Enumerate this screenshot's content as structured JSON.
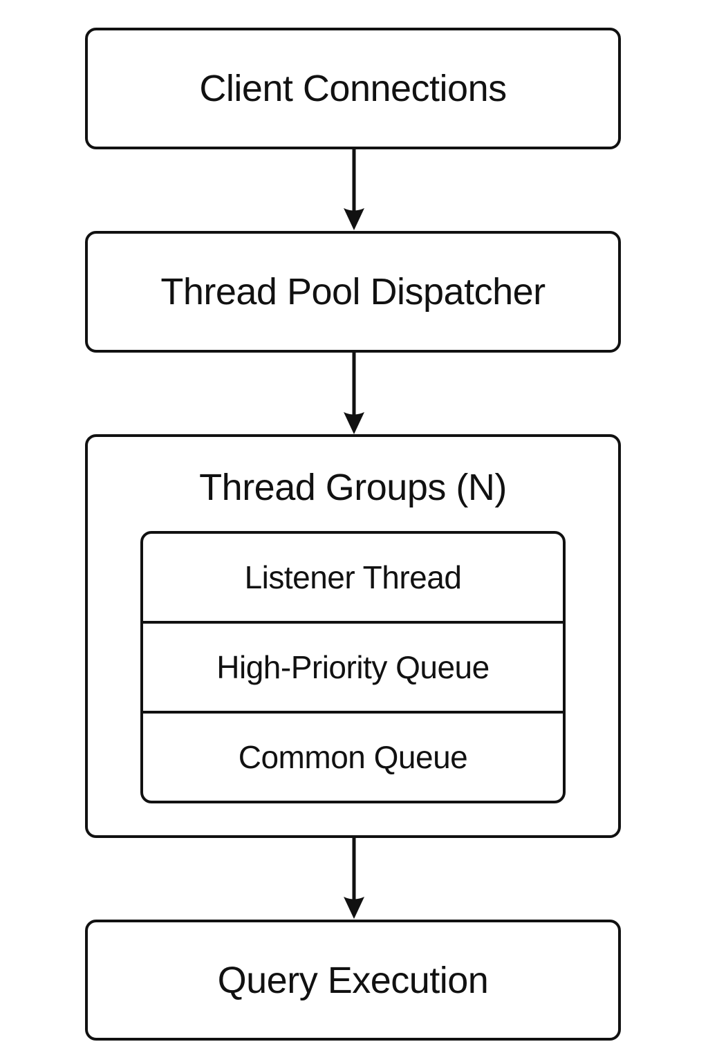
{
  "diagram": {
    "type": "flowchart",
    "direction": "top-down",
    "colors": {
      "stroke": "#111111",
      "fill": "#ffffff",
      "text": "#111111"
    },
    "nodes": [
      {
        "id": "client-connections",
        "label": "Client Connections"
      },
      {
        "id": "thread-pool-dispatcher",
        "label": "Thread Pool Dispatcher"
      },
      {
        "id": "thread-groups",
        "label": "Thread Groups (N)",
        "children": [
          {
            "id": "listener-thread",
            "label": "Listener Thread"
          },
          {
            "id": "high-priority-queue",
            "label": "High-Priority Queue"
          },
          {
            "id": "common-queue",
            "label": "Common Queue"
          }
        ]
      },
      {
        "id": "query-execution",
        "label": "Query Execution"
      }
    ],
    "edges": [
      {
        "from": "client-connections",
        "to": "thread-pool-dispatcher"
      },
      {
        "from": "thread-pool-dispatcher",
        "to": "thread-groups"
      },
      {
        "from": "thread-groups",
        "to": "query-execution"
      }
    ]
  }
}
